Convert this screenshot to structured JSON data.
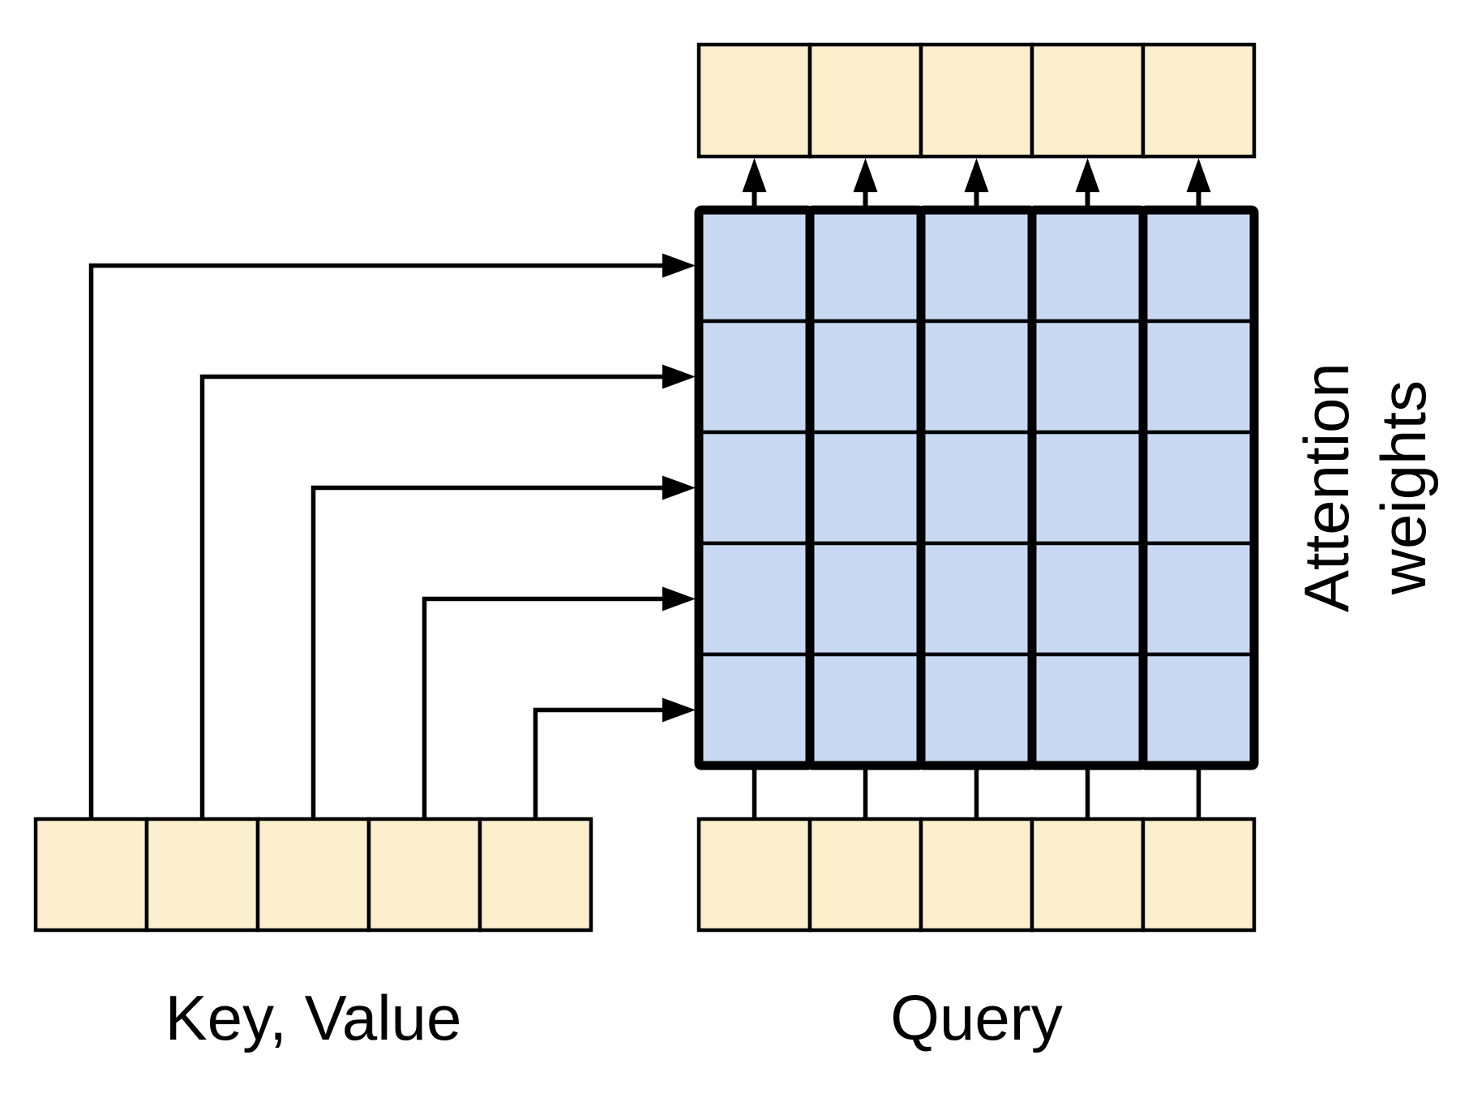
{
  "diagram": {
    "kind": "attention-pooling-diagram",
    "labels": {
      "attention_weights": "Attention\nweights",
      "key_value": "Key, Value",
      "query": "Query"
    },
    "structure": {
      "output_cells": 5,
      "matrix_rows": 5,
      "matrix_cols": 5,
      "key_value_cells": 5,
      "query_cells": 5
    },
    "colors": {
      "token_fill": "#FCEFCD",
      "matrix_fill": "#C9D9F3",
      "stroke": "#000000",
      "background": "#FFFFFF"
    }
  }
}
